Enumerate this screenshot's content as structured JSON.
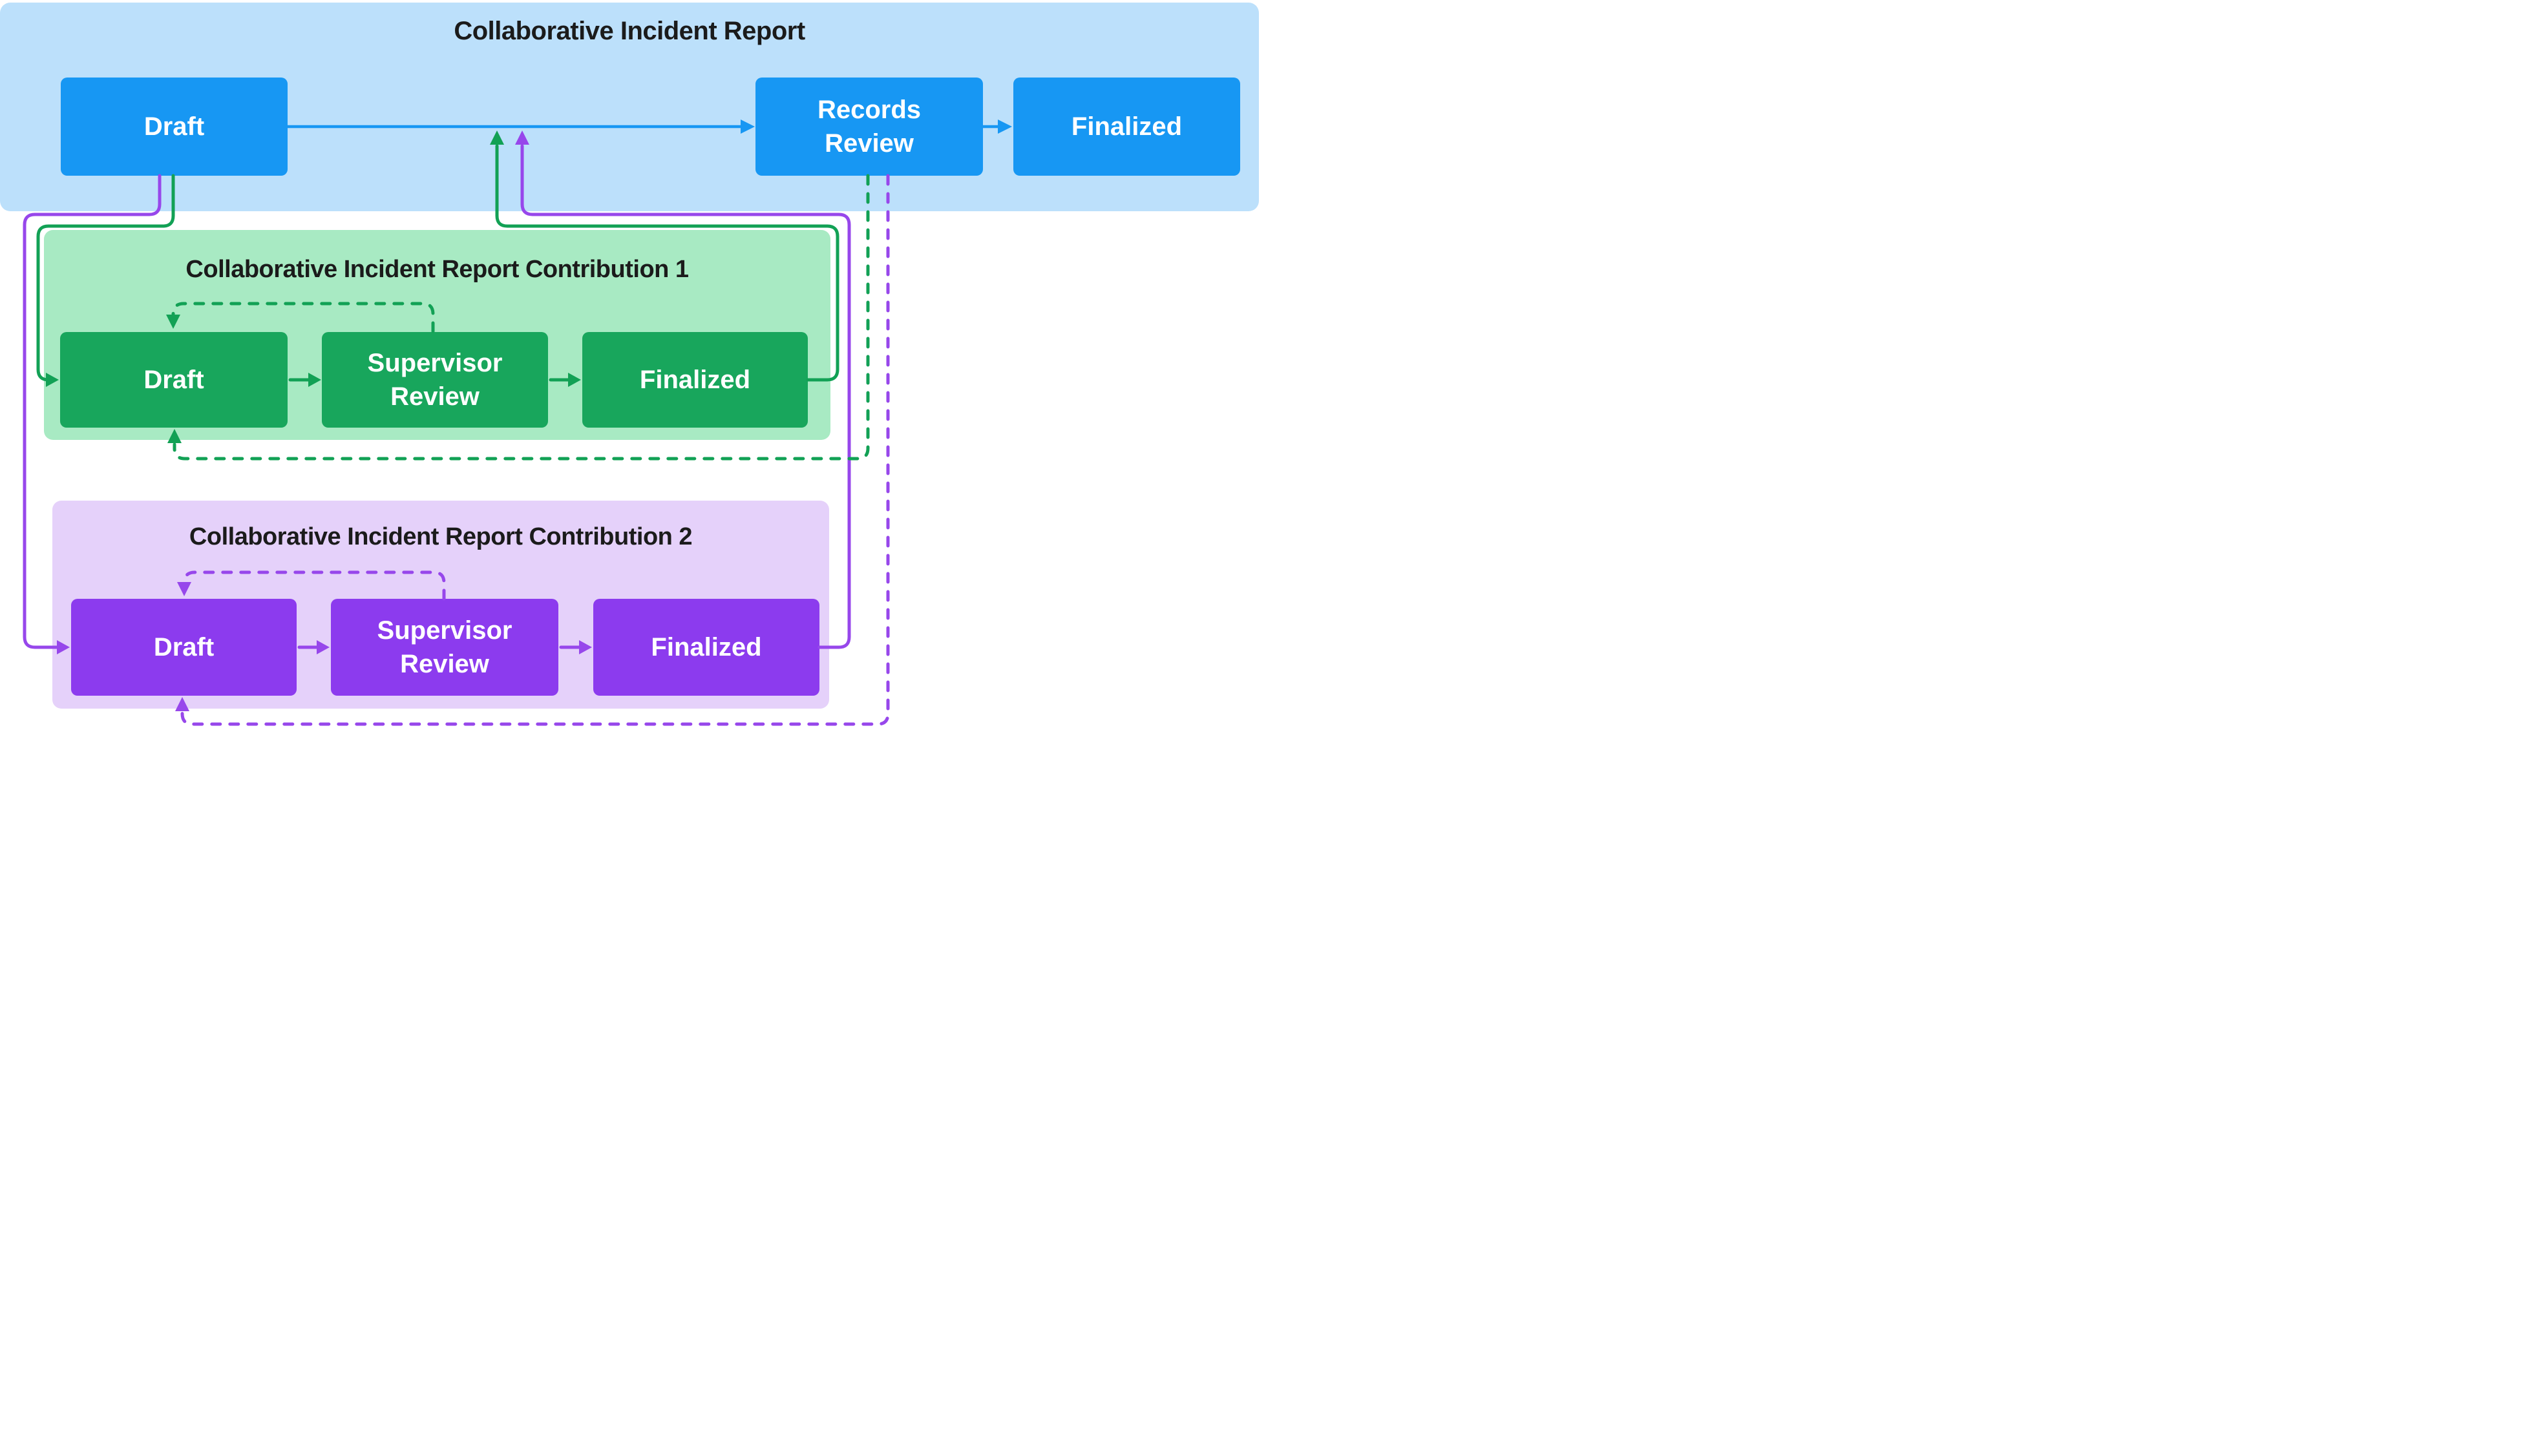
{
  "diagram": {
    "lanes": [
      {
        "id": "main",
        "title": "Collaborative Incident Report",
        "bg_color": "#BCE0FB",
        "node_color": "#1797F3",
        "nodes": [
          {
            "label": "Draft"
          },
          {
            "label": "Records Review"
          },
          {
            "label": "Finalized"
          }
        ]
      },
      {
        "id": "contribution-1",
        "title": "Collaborative Incident Report Contribution 1",
        "bg_color": "#A8EAC3",
        "node_color": "#18A65C",
        "nodes": [
          {
            "label": "Draft"
          },
          {
            "label": "Supervisor Review"
          },
          {
            "label": "Finalized"
          }
        ]
      },
      {
        "id": "contribution-2",
        "title": "Collaborative Incident Report Contribution 2",
        "bg_color": "#E5D1FA",
        "node_color": "#8C3BEE",
        "nodes": [
          {
            "label": "Draft"
          },
          {
            "label": "Supervisor Review"
          },
          {
            "label": "Finalized"
          }
        ]
      }
    ],
    "edges": [
      {
        "from": "main.Draft",
        "to": "main.Records Review",
        "style": "solid",
        "color": "#1797F3"
      },
      {
        "from": "main.Records Review",
        "to": "main.Finalized",
        "style": "solid",
        "color": "#1797F3"
      },
      {
        "from": "contribution-1.Draft",
        "to": "contribution-1.Supervisor Review",
        "style": "solid",
        "color": "#12A155"
      },
      {
        "from": "contribution-1.Supervisor Review",
        "to": "contribution-1.Finalized",
        "style": "solid",
        "color": "#12A155"
      },
      {
        "from": "contribution-1.Supervisor Review",
        "to": "contribution-1.Draft",
        "style": "dashed",
        "color": "#12A155"
      },
      {
        "from": "contribution-2.Draft",
        "to": "contribution-2.Supervisor Review",
        "style": "solid",
        "color": "#9747EB"
      },
      {
        "from": "contribution-2.Supervisor Review",
        "to": "contribution-2.Finalized",
        "style": "solid",
        "color": "#9747EB"
      },
      {
        "from": "contribution-2.Supervisor Review",
        "to": "contribution-2.Draft",
        "style": "dashed",
        "color": "#9747EB"
      },
      {
        "from": "main.Draft",
        "to": "contribution-1.Draft",
        "style": "solid",
        "color": "#12A155"
      },
      {
        "from": "main.Draft",
        "to": "contribution-2.Draft",
        "style": "solid",
        "color": "#9747EB"
      },
      {
        "from": "contribution-1.Finalized",
        "to": "main.Records Review",
        "style": "solid",
        "color": "#12A155"
      },
      {
        "from": "contribution-2.Finalized",
        "to": "main.Records Review",
        "style": "solid",
        "color": "#9747EB"
      },
      {
        "from": "main.Records Review",
        "to": "contribution-1.Draft",
        "style": "dashed",
        "color": "#12A155"
      },
      {
        "from": "main.Records Review",
        "to": "contribution-2.Draft",
        "style": "dashed",
        "color": "#9747EB"
      }
    ],
    "colors": {
      "blue_line": "#1797F3",
      "green_line": "#12A155",
      "purple_line": "#9747EB",
      "title_text": "#1B1B1B",
      "node_text": "#FFFFFF",
      "page_bg": "#FFFFFF"
    }
  }
}
